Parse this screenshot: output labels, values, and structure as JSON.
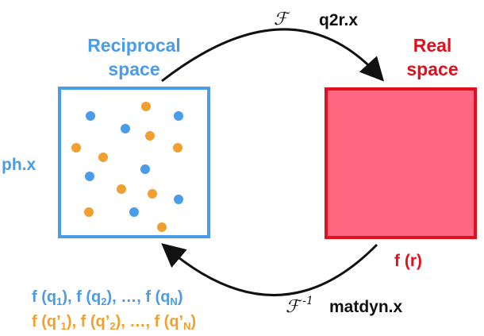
{
  "reciprocal": {
    "title_line1": "Reciprocal",
    "title_line2": "space"
  },
  "real": {
    "title_line1": "Real",
    "title_line2": "space",
    "function_label": "f (r)"
  },
  "forward": {
    "symbol": "ℱ",
    "program": "q2r.x"
  },
  "inverse": {
    "symbol": "ℱ",
    "exponent": "-1",
    "program": "matdyn.x"
  },
  "phx_label": "ph.x",
  "functions_q": {
    "prefix1": "f (q",
    "sub1": "1",
    "mid1": "), f (q",
    "sub2": "2",
    "mid2": "), …, f (q",
    "sub3": "N",
    "suffix": ")"
  },
  "functions_qprime": {
    "prefix1": "f (q’",
    "sub1": "1",
    "mid1": "), f (q’",
    "sub2": "2",
    "mid2": "), …, f (q’",
    "sub3": "N",
    "suffix": ")"
  },
  "colors": {
    "blue": "#4a9be8",
    "orange": "#f0a030",
    "red": "#e0101e",
    "real_fill": "#ff6680"
  }
}
